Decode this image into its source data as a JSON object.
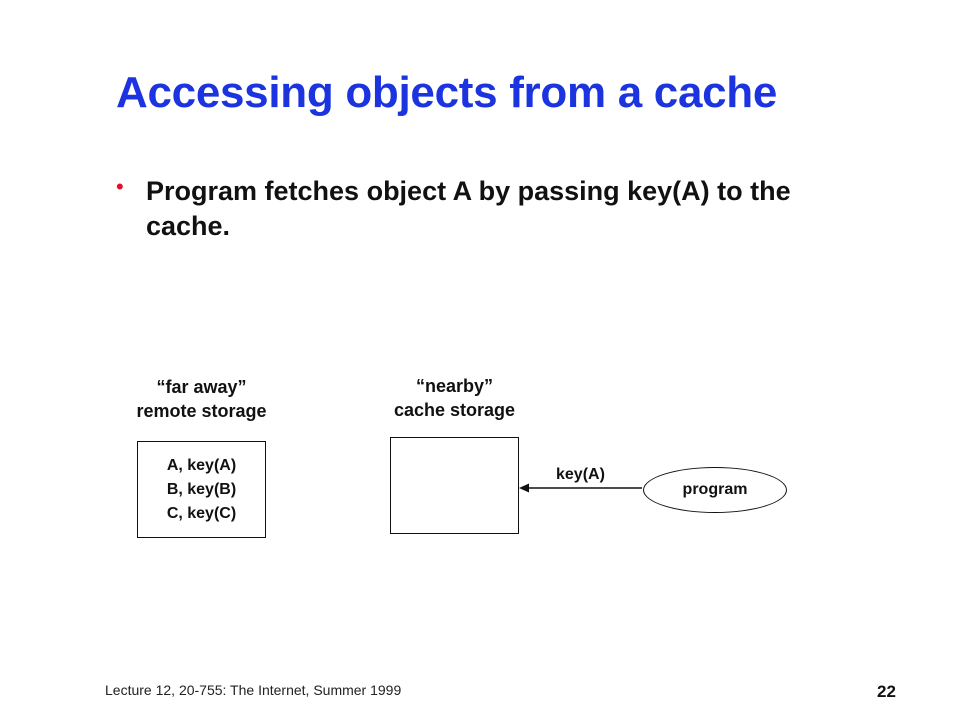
{
  "slide": {
    "title": "Accessing objects from a cache",
    "bullet": "Program fetches object A by passing key(A) to the cache."
  },
  "diagram": {
    "remote_caption_1": "“far away”",
    "remote_caption_2": "remote storage",
    "remote_items": [
      "A, key(A)",
      "B, key(B)",
      "C, key(C)"
    ],
    "cache_caption_1": "“nearby”",
    "cache_caption_2": "cache storage",
    "arrow_label": "key(A)",
    "program_label": "program"
  },
  "footer": {
    "text": "Lecture 12, 20-755: The Internet, Summer 1999",
    "page_number": "22"
  },
  "colors": {
    "title": "#1c33e0",
    "bullet": "#e0102c"
  }
}
